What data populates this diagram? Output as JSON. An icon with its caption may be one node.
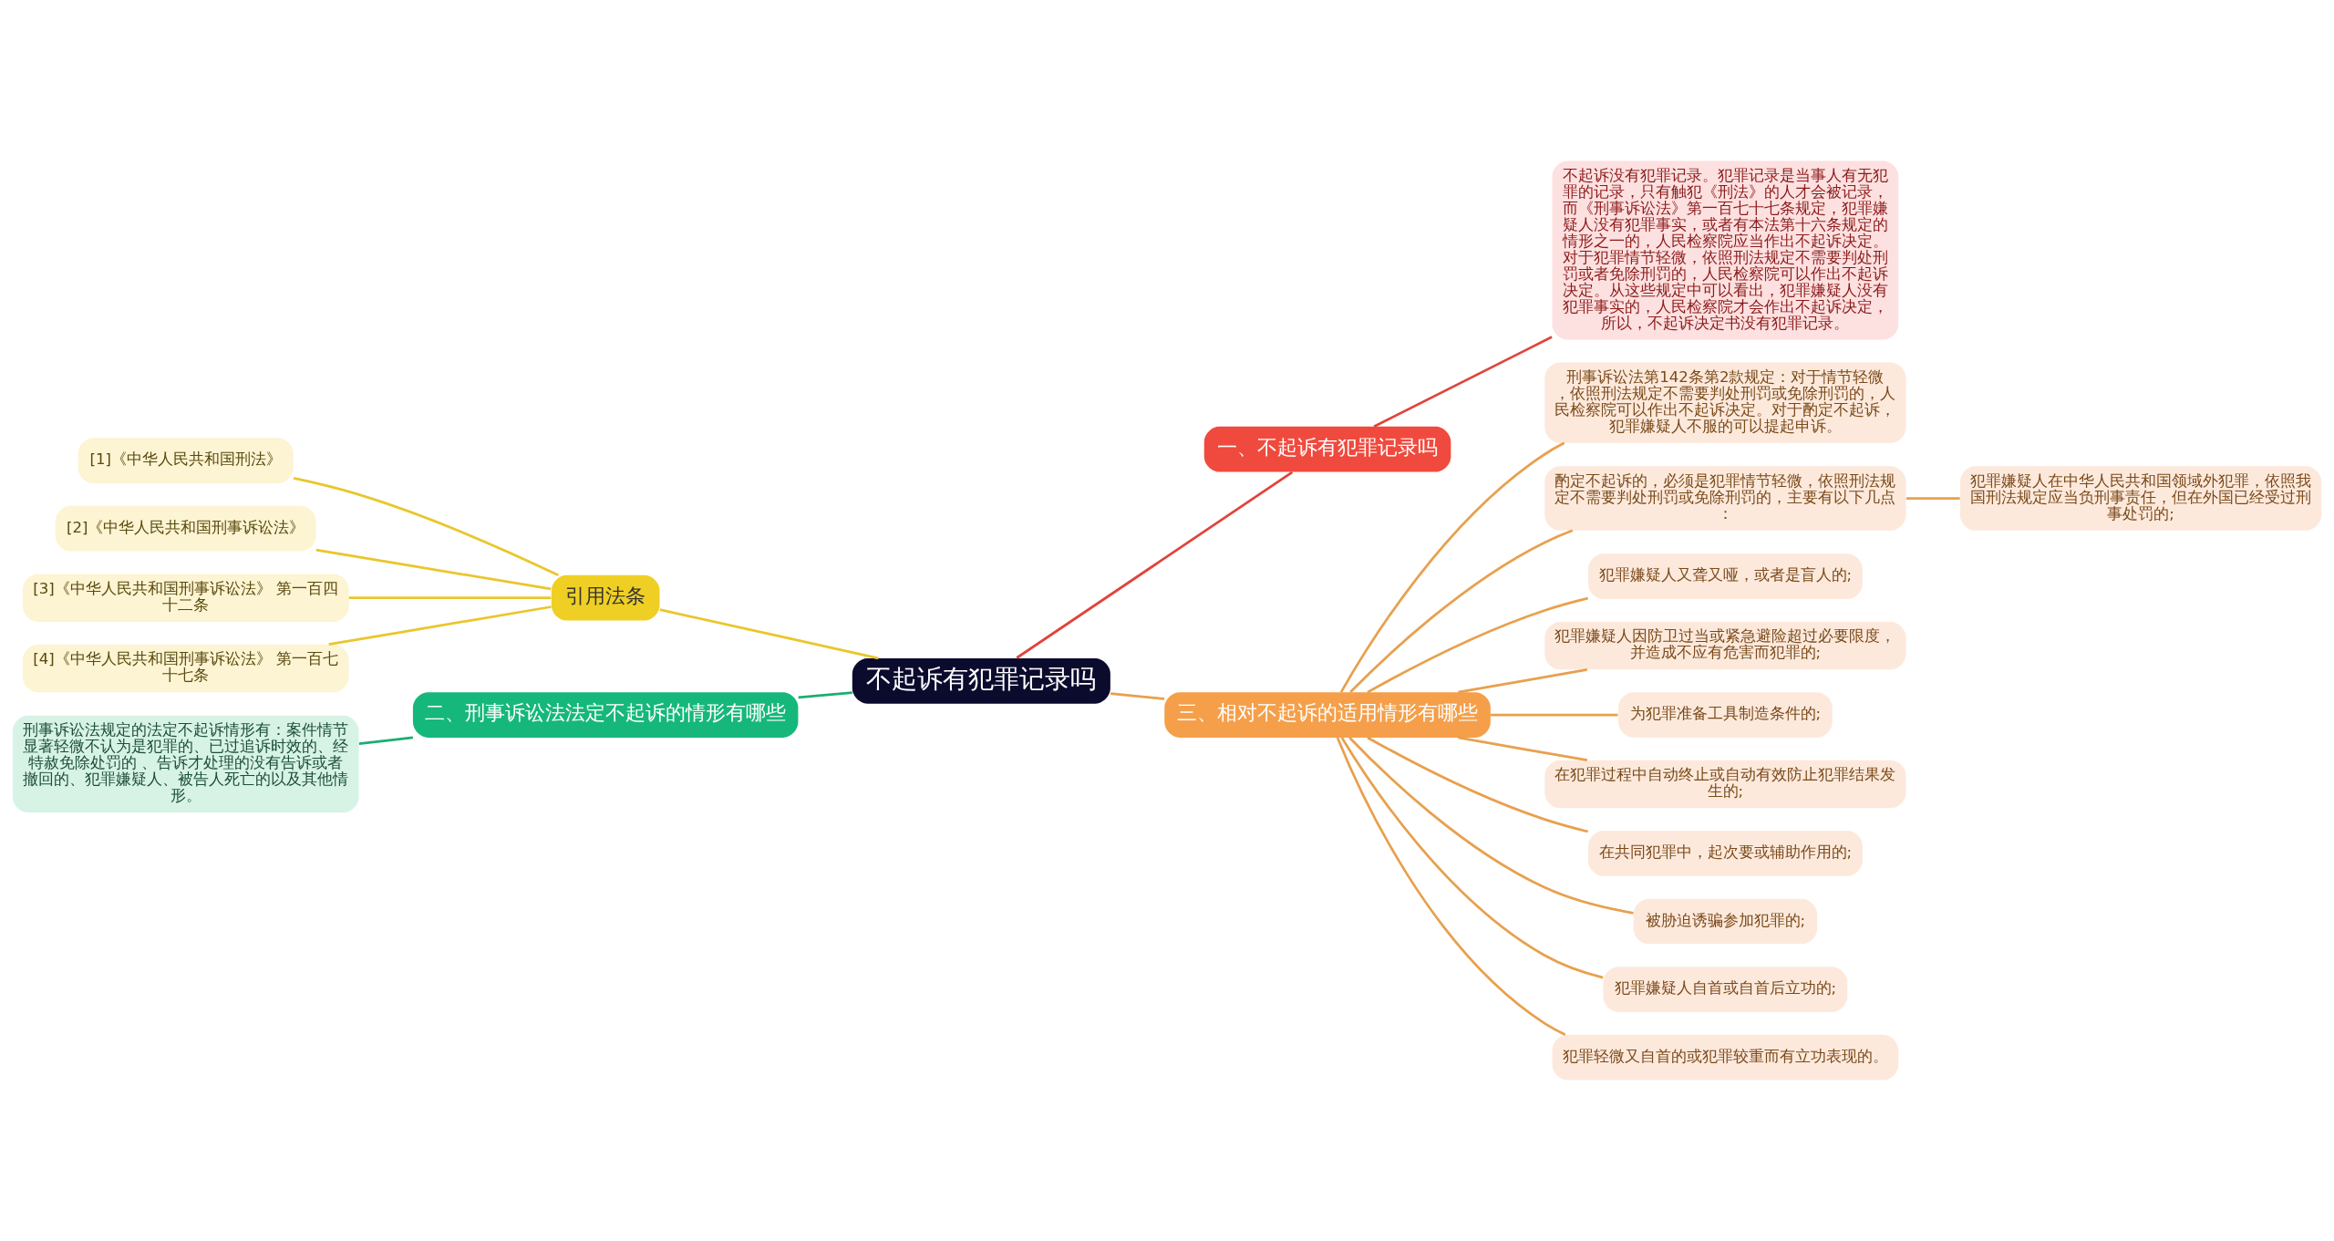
{
  "diagram": {
    "nodes": [
      {
        "text": [
          "不起诉有犯罪记录吗"
        ]
      },
      {
        "text": [
          "一、不起诉有犯罪记录吗"
        ]
      },
      {
        "text": [
          "不起诉没有犯罪记录。犯罪记录是当事人有无犯罪的记录，只有触犯《刑法》的人才会被记录，而《刑事诉讼法》第一百七十七条规定，犯罪嫌疑人没有犯罪事实，或者有本法第十六条规定的情形之一的，人民检察院应当作出不起诉决定。对于犯罪情节轻微，依照刑法规定不需要判处刑罚或者免除刑罚的，人民检察院可以作出不起诉决定。从这些规定中可以看出，犯罪嫌疑人没有犯罪事实的，人民检察院才会作出不起诉决定，所以，不起诉决定书没有犯罪记录。"
        ]
      },
      {
        "text": [
          "二、刑事诉讼法法定不起诉的情形有哪些"
        ]
      },
      {
        "text": [
          "刑事诉讼法规定的法定不起诉情形有：案件情节显著轻微不认为是犯罪的、已过追诉时效的、经特赦免除处罚的 、告诉才处理的没有告诉或者撤回的、犯罪嫌疑人、被告人死亡的以及其他情形。"
        ]
      },
      {
        "text": [
          "引用法条"
        ]
      },
      {
        "text": [
          "[1]《中华人民共和国刑法》"
        ]
      },
      {
        "text": [
          "[2]《中华人民共和国刑事诉讼法》"
        ]
      },
      {
        "text": [
          "[3]《中华人民共和国刑事诉讼法》 第一百四十二条"
        ]
      },
      {
        "text": [
          "[4]《中华人民共和国刑事诉讼法》 第一百七十七条"
        ]
      },
      {
        "text": [
          "三、相对不起诉的适用情形有哪些"
        ]
      },
      {
        "text": [
          "刑事诉讼法第142条第2款规定：对于情节轻微，依照刑法规定不需要判处刑罚或免除刑罚的，人民检察院可以作出不起诉决定。对于酌定不起诉，犯罪嫌疑人不服的可以提起申诉。"
        ]
      },
      {
        "text": [
          "酌定不起诉的，必须是犯罪情节轻微，依照刑法规定不需要判处刑罚或免除刑罚的，主要有以下几点："
        ]
      },
      {
        "text": [
          "犯罪嫌疑人在中华人民共和国领域外犯罪，依照我国刑法规定应当负刑事责任，但在外国已经受过刑事处罚的;"
        ]
      },
      {
        "text": [
          "犯罪嫌疑人又聋又哑，或者是盲人的;"
        ]
      },
      {
        "text": [
          "犯罪嫌疑人因防卫过当或紧急避险超过必要限度，并造成不应有危害而犯罪的;"
        ]
      },
      {
        "text": [
          "为犯罪准备工具制造条件的;"
        ]
      },
      {
        "text": [
          "在犯罪过程中自动终止或自动有效防止犯罪结果发生的;"
        ]
      },
      {
        "text": [
          "在共同犯罪中，起次要或辅助作用的;"
        ]
      },
      {
        "text": [
          "被胁迫诱骗参加犯罪的;"
        ]
      },
      {
        "text": [
          "犯罪嫌疑人自首或自首后立功的;"
        ]
      },
      {
        "text": [
          "犯罪轻微又自首的或犯罪较重而有立功表现的。"
        ]
      }
    ],
    "edges": [
      {
        "from": 0,
        "to": 1,
        "arrow": "none",
        "color": "#e0443a"
      },
      {
        "from": 1,
        "to": 2,
        "arrow": "none",
        "color": "#e0443a"
      },
      {
        "from": 0,
        "to": 3,
        "arrow": "none",
        "color": "#1aae72"
      },
      {
        "from": 3,
        "to": 4,
        "arrow": "none",
        "color": "#1aae72"
      },
      {
        "from": 0,
        "to": 5,
        "arrow": "none",
        "color": "#e9c62c"
      },
      {
        "from": 5,
        "to": 6,
        "arrow": "none",
        "color": "#e9c62c"
      },
      {
        "from": 5,
        "to": 7,
        "arrow": "none",
        "color": "#e9c62c"
      },
      {
        "from": 5,
        "to": 8,
        "arrow": "none",
        "color": "#e9c62c"
      },
      {
        "from": 5,
        "to": 9,
        "arrow": "none",
        "color": "#e9c62c"
      },
      {
        "from": 0,
        "to": 10,
        "arrow": "none"
      },
      {
        "from": 10,
        "to": 11,
        "arrow": "none"
      },
      {
        "from": 10,
        "to": 12,
        "arrow": "none"
      },
      {
        "from": 12,
        "to": 13,
        "arrow": "none"
      },
      {
        "from": 10,
        "to": 14,
        "arrow": "none"
      },
      {
        "from": 10,
        "to": 15,
        "arrow": "none"
      },
      {
        "from": 10,
        "to": 16,
        "arrow": "none"
      },
      {
        "from": 10,
        "to": 17,
        "arrow": "none"
      },
      {
        "from": 10,
        "to": 18,
        "arrow": "none"
      },
      {
        "from": 10,
        "to": 19,
        "arrow": "none"
      },
      {
        "from": 10,
        "to": 20,
        "arrow": "none"
      },
      {
        "from": 10,
        "to": 21,
        "arrow": "none"
      }
    ]
  }
}
